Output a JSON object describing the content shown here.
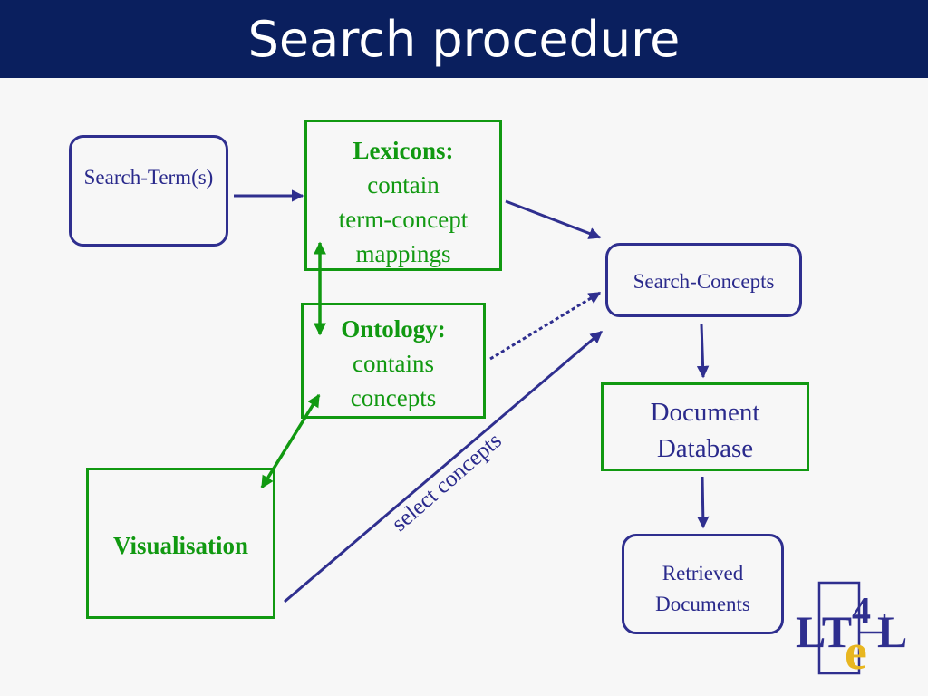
{
  "slide": {
    "title": "Search procedure"
  },
  "boxes": {
    "search_terms": "Search-Term(s)",
    "lexicons": {
      "heading": "Lexicons:",
      "line1": "contain",
      "line2": "term-concept",
      "line3": "mappings"
    },
    "ontology": {
      "heading": "Ontology:",
      "line1": "contains",
      "line2": "concepts"
    },
    "visualisation": "Visualisation",
    "search_concepts": "Search-Concepts",
    "document_database": {
      "line1": "Document",
      "line2": "Database"
    },
    "retrieved_documents": {
      "line1": "Retrieved",
      "line2": "Documents"
    }
  },
  "edge_labels": {
    "select_concepts": "select concepts"
  },
  "logo": {
    "text_lt": "LT",
    "text_4": "4",
    "text_e": "e",
    "text_l": "L"
  },
  "colors": {
    "title_bar": "#0a1f5e",
    "blue": "#2f2f8f",
    "green": "#119911",
    "logo_yellow": "#e8b620"
  }
}
